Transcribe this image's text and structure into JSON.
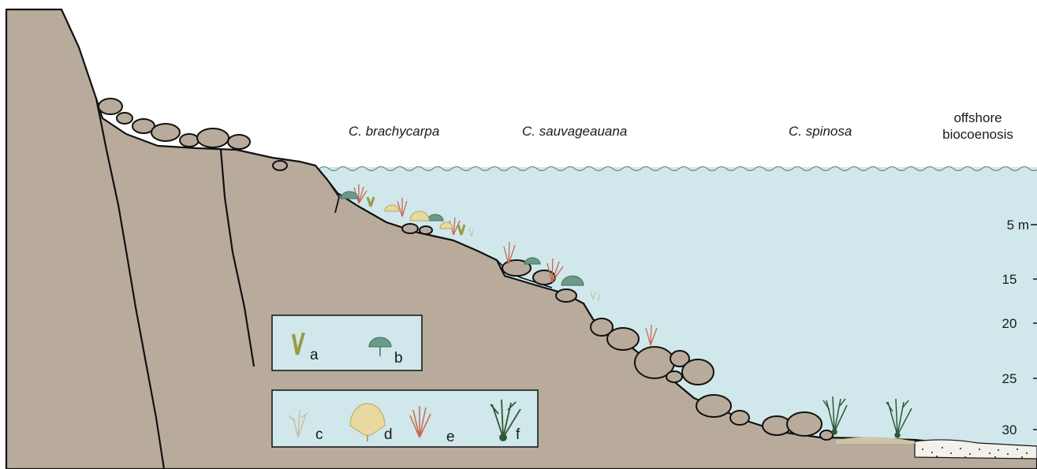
{
  "zones": [
    {
      "label": "C. brachycarpa"
    },
    {
      "label": "C. sauvageauana"
    },
    {
      "label": "C. spinosa"
    }
  ],
  "offshore": {
    "line1": "offshore",
    "line2": "biocoenosis"
  },
  "depths": [
    "5 m",
    "15",
    "20",
    "25",
    "30"
  ],
  "legend": {
    "box1": [
      {
        "letter": "a",
        "icon": "olive-fork-alga-icon"
      },
      {
        "letter": "b",
        "icon": "green-fan-alga-icon"
      }
    ],
    "box2": [
      {
        "letter": "c",
        "icon": "pale-branching-alga-icon"
      },
      {
        "letter": "d",
        "icon": "yellow-frond-alga-icon"
      },
      {
        "letter": "e",
        "icon": "red-bushy-alga-icon"
      },
      {
        "letter": "f",
        "icon": "dark-green-forked-alga-icon"
      }
    ]
  },
  "colors": {
    "rock": "#b9ab9b",
    "water": "#d0e8eb",
    "outline": "#111111",
    "sediment": "#f3f1ec"
  }
}
